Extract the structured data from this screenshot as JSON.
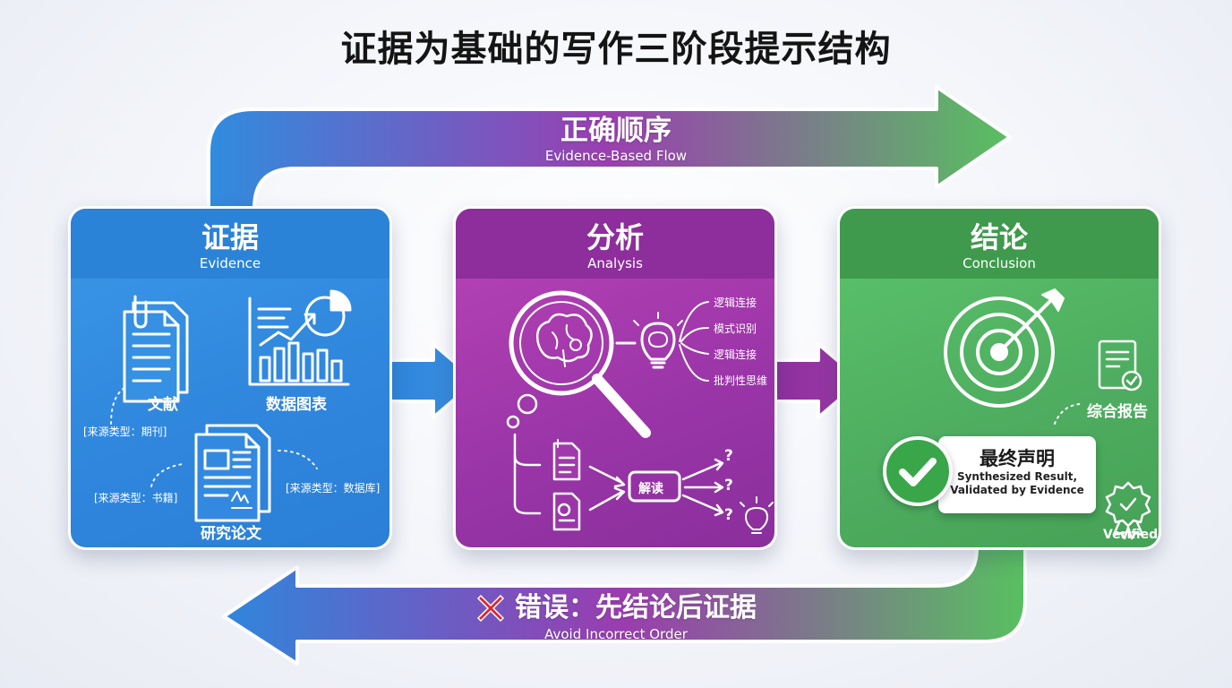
{
  "title": "证据为基础的写作三阶段提示结构",
  "flow_correct": {
    "label": "正确顺序",
    "sublabel": "Evidence-Based Flow"
  },
  "flow_wrong": {
    "label": "错误：先结论后证据",
    "sublabel": "Avoid Incorrect Order"
  },
  "stages": [
    {
      "title": "证据",
      "subtitle": "Evidence",
      "items": [
        {
          "label": "文献",
          "note": "[来源类型：期刊]",
          "icon": "document-icon"
        },
        {
          "label": "数据图表",
          "icon": "chart-icon"
        },
        {
          "label": "研究论文",
          "note_left": "[来源类型：书籍]",
          "note_right": "[来源类型：数据库]",
          "icon": "paper-icon"
        }
      ]
    },
    {
      "title": "分析",
      "subtitle": "Analysis",
      "branches": [
        "逻辑连接",
        "模式识别",
        "逻辑连接",
        "批判性思维"
      ],
      "interpret": "解读",
      "questions": [
        "?",
        "?",
        "?"
      ]
    },
    {
      "title": "结论",
      "subtitle": "Conclusion",
      "report": "综合报告",
      "final_title": "最终声明",
      "final_sub": [
        "Synthesized Result,",
        "Validated by Evidence"
      ],
      "verified": "Verified"
    }
  ],
  "colors": {
    "evidence": "#2b83d8",
    "analysis": "#9a35a8",
    "conclusion": "#4ead60",
    "wrong_mark": "#e5232b"
  }
}
